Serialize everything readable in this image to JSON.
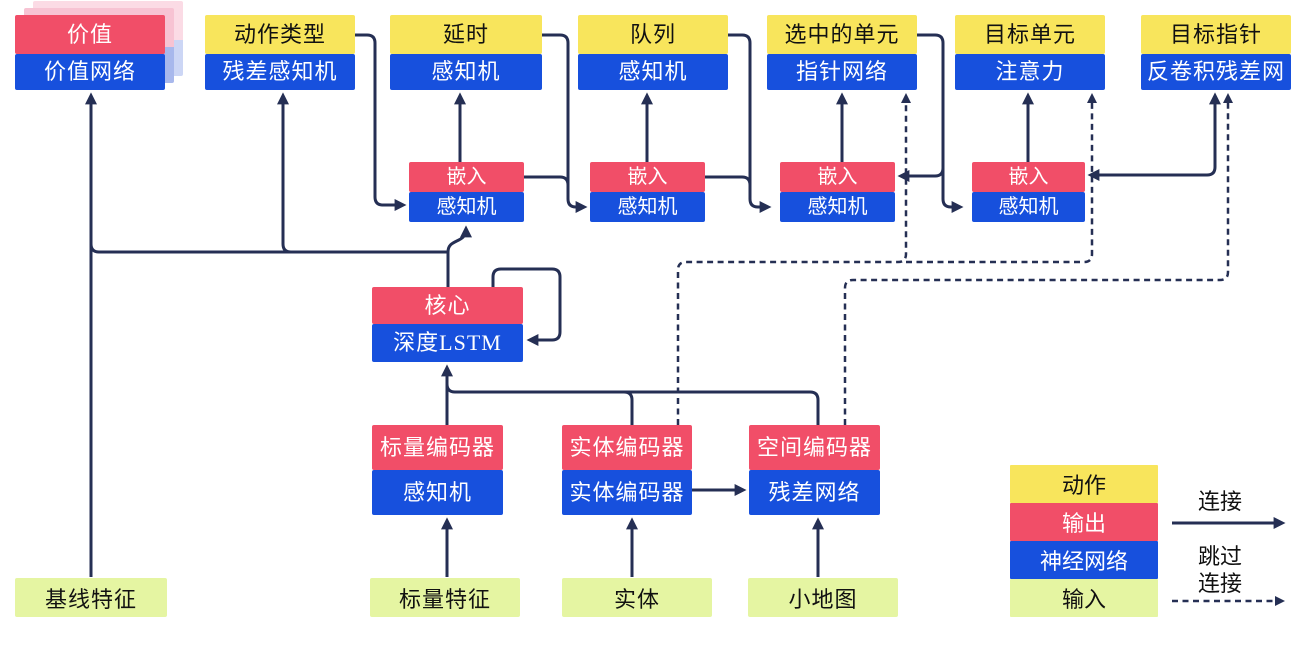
{
  "nodes": {
    "value": {
      "top": "价值",
      "bottom": "价值网络"
    },
    "action_type": {
      "top": "动作类型",
      "bottom": "残差感知机"
    },
    "delay": {
      "top": "延时",
      "bottom": "感知机"
    },
    "queue": {
      "top": "队列",
      "bottom": "感知机"
    },
    "selected_units": {
      "top": "选中的单元",
      "bottom": "指针网络"
    },
    "target_unit": {
      "top": "目标单元",
      "bottom": "注意力"
    },
    "target_pointer": {
      "top": "目标指针",
      "bottom": "反卷积残差网"
    },
    "embed1": {
      "top": "嵌入",
      "bottom": "感知机"
    },
    "embed2": {
      "top": "嵌入",
      "bottom": "感知机"
    },
    "embed3": {
      "top": "嵌入",
      "bottom": "感知机"
    },
    "embed4": {
      "top": "嵌入",
      "bottom": "感知机"
    },
    "core": {
      "top": "核心",
      "bottom": "深度LSTM"
    },
    "scalar_encoder": {
      "top": "标量编码器",
      "bottom": "感知机"
    },
    "entity_encoder": {
      "top": "实体编码器",
      "bottom": "实体编码器"
    },
    "spatial_encoder": {
      "top": "空间编码器",
      "bottom": "残差网络"
    },
    "baseline_features": {
      "label": "基线特征"
    },
    "scalar_features": {
      "label": "标量特征"
    },
    "entities": {
      "label": "实体"
    },
    "minimap": {
      "label": "小地图"
    }
  },
  "legend": {
    "items": [
      {
        "label": "动作",
        "color": "#f8e55c"
      },
      {
        "label": "输出",
        "color": "#f14e68"
      },
      {
        "label": "神经网络",
        "color": "#1750dd"
      },
      {
        "label": "输入",
        "color": "#e5f5a2"
      }
    ],
    "solid_arrow_label": "连接",
    "dashed_arrow_label_line1": "跳过",
    "dashed_arrow_label_line2": "连接"
  },
  "colors": {
    "action_yellow": "#f8e55c",
    "output_red": "#f14e68",
    "network_blue": "#1750dd",
    "input_green": "#e5f5a2",
    "connector_line": "#252f54",
    "value_shadow_pink": "#f7c3d3",
    "value_shadow_blue": "#a8b8ec"
  }
}
